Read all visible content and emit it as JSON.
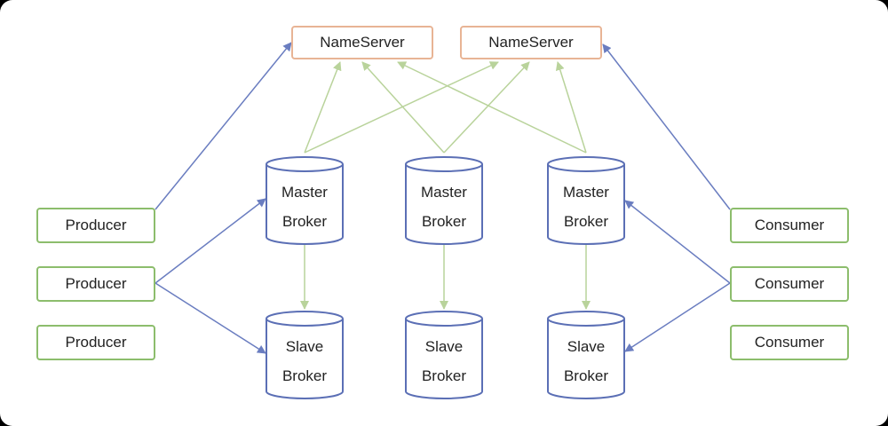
{
  "colors": {
    "nameserver_border": "#e8b495",
    "client_border": "#8cbd6c",
    "broker_border": "#5b6fb5",
    "registration_arrow": "#b9d39b",
    "client_arrow": "#6a7dc0"
  },
  "nameservers": [
    {
      "label": "NameServer"
    },
    {
      "label": "NameServer"
    }
  ],
  "producers": [
    {
      "label": "Producer"
    },
    {
      "label": "Producer"
    },
    {
      "label": "Producer"
    }
  ],
  "consumers": [
    {
      "label": "Consumer"
    },
    {
      "label": "Consumer"
    },
    {
      "label": "Consumer"
    }
  ],
  "masters": [
    {
      "line1": "Master",
      "line2": "Broker"
    },
    {
      "line1": "Master",
      "line2": "Broker"
    },
    {
      "line1": "Master",
      "line2": "Broker"
    }
  ],
  "slaves": [
    {
      "line1": "Slave",
      "line2": "Broker"
    },
    {
      "line1": "Slave",
      "line2": "Broker"
    },
    {
      "line1": "Slave",
      "line2": "Broker"
    }
  ]
}
